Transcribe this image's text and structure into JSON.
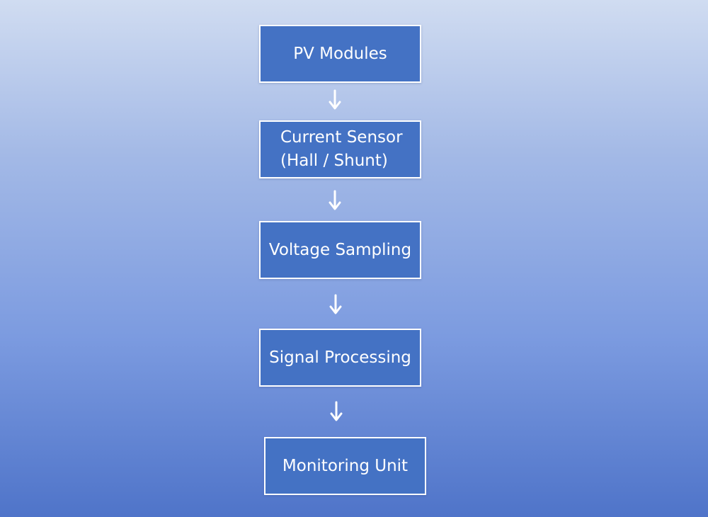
{
  "flowchart": {
    "steps": [
      {
        "label": "PV Modules"
      },
      {
        "label": "Current Sensor\n(Hall / Shunt)"
      },
      {
        "label": "Voltage Sampling"
      },
      {
        "label": "Signal Processing"
      },
      {
        "label": "Monitoring Unit"
      }
    ],
    "colors": {
      "box_fill": "#4472c4",
      "box_border": "#ffffff",
      "arrow": "#ffffff",
      "background_top": "#d0dcf1",
      "background_bottom": "#4f74c9"
    }
  }
}
